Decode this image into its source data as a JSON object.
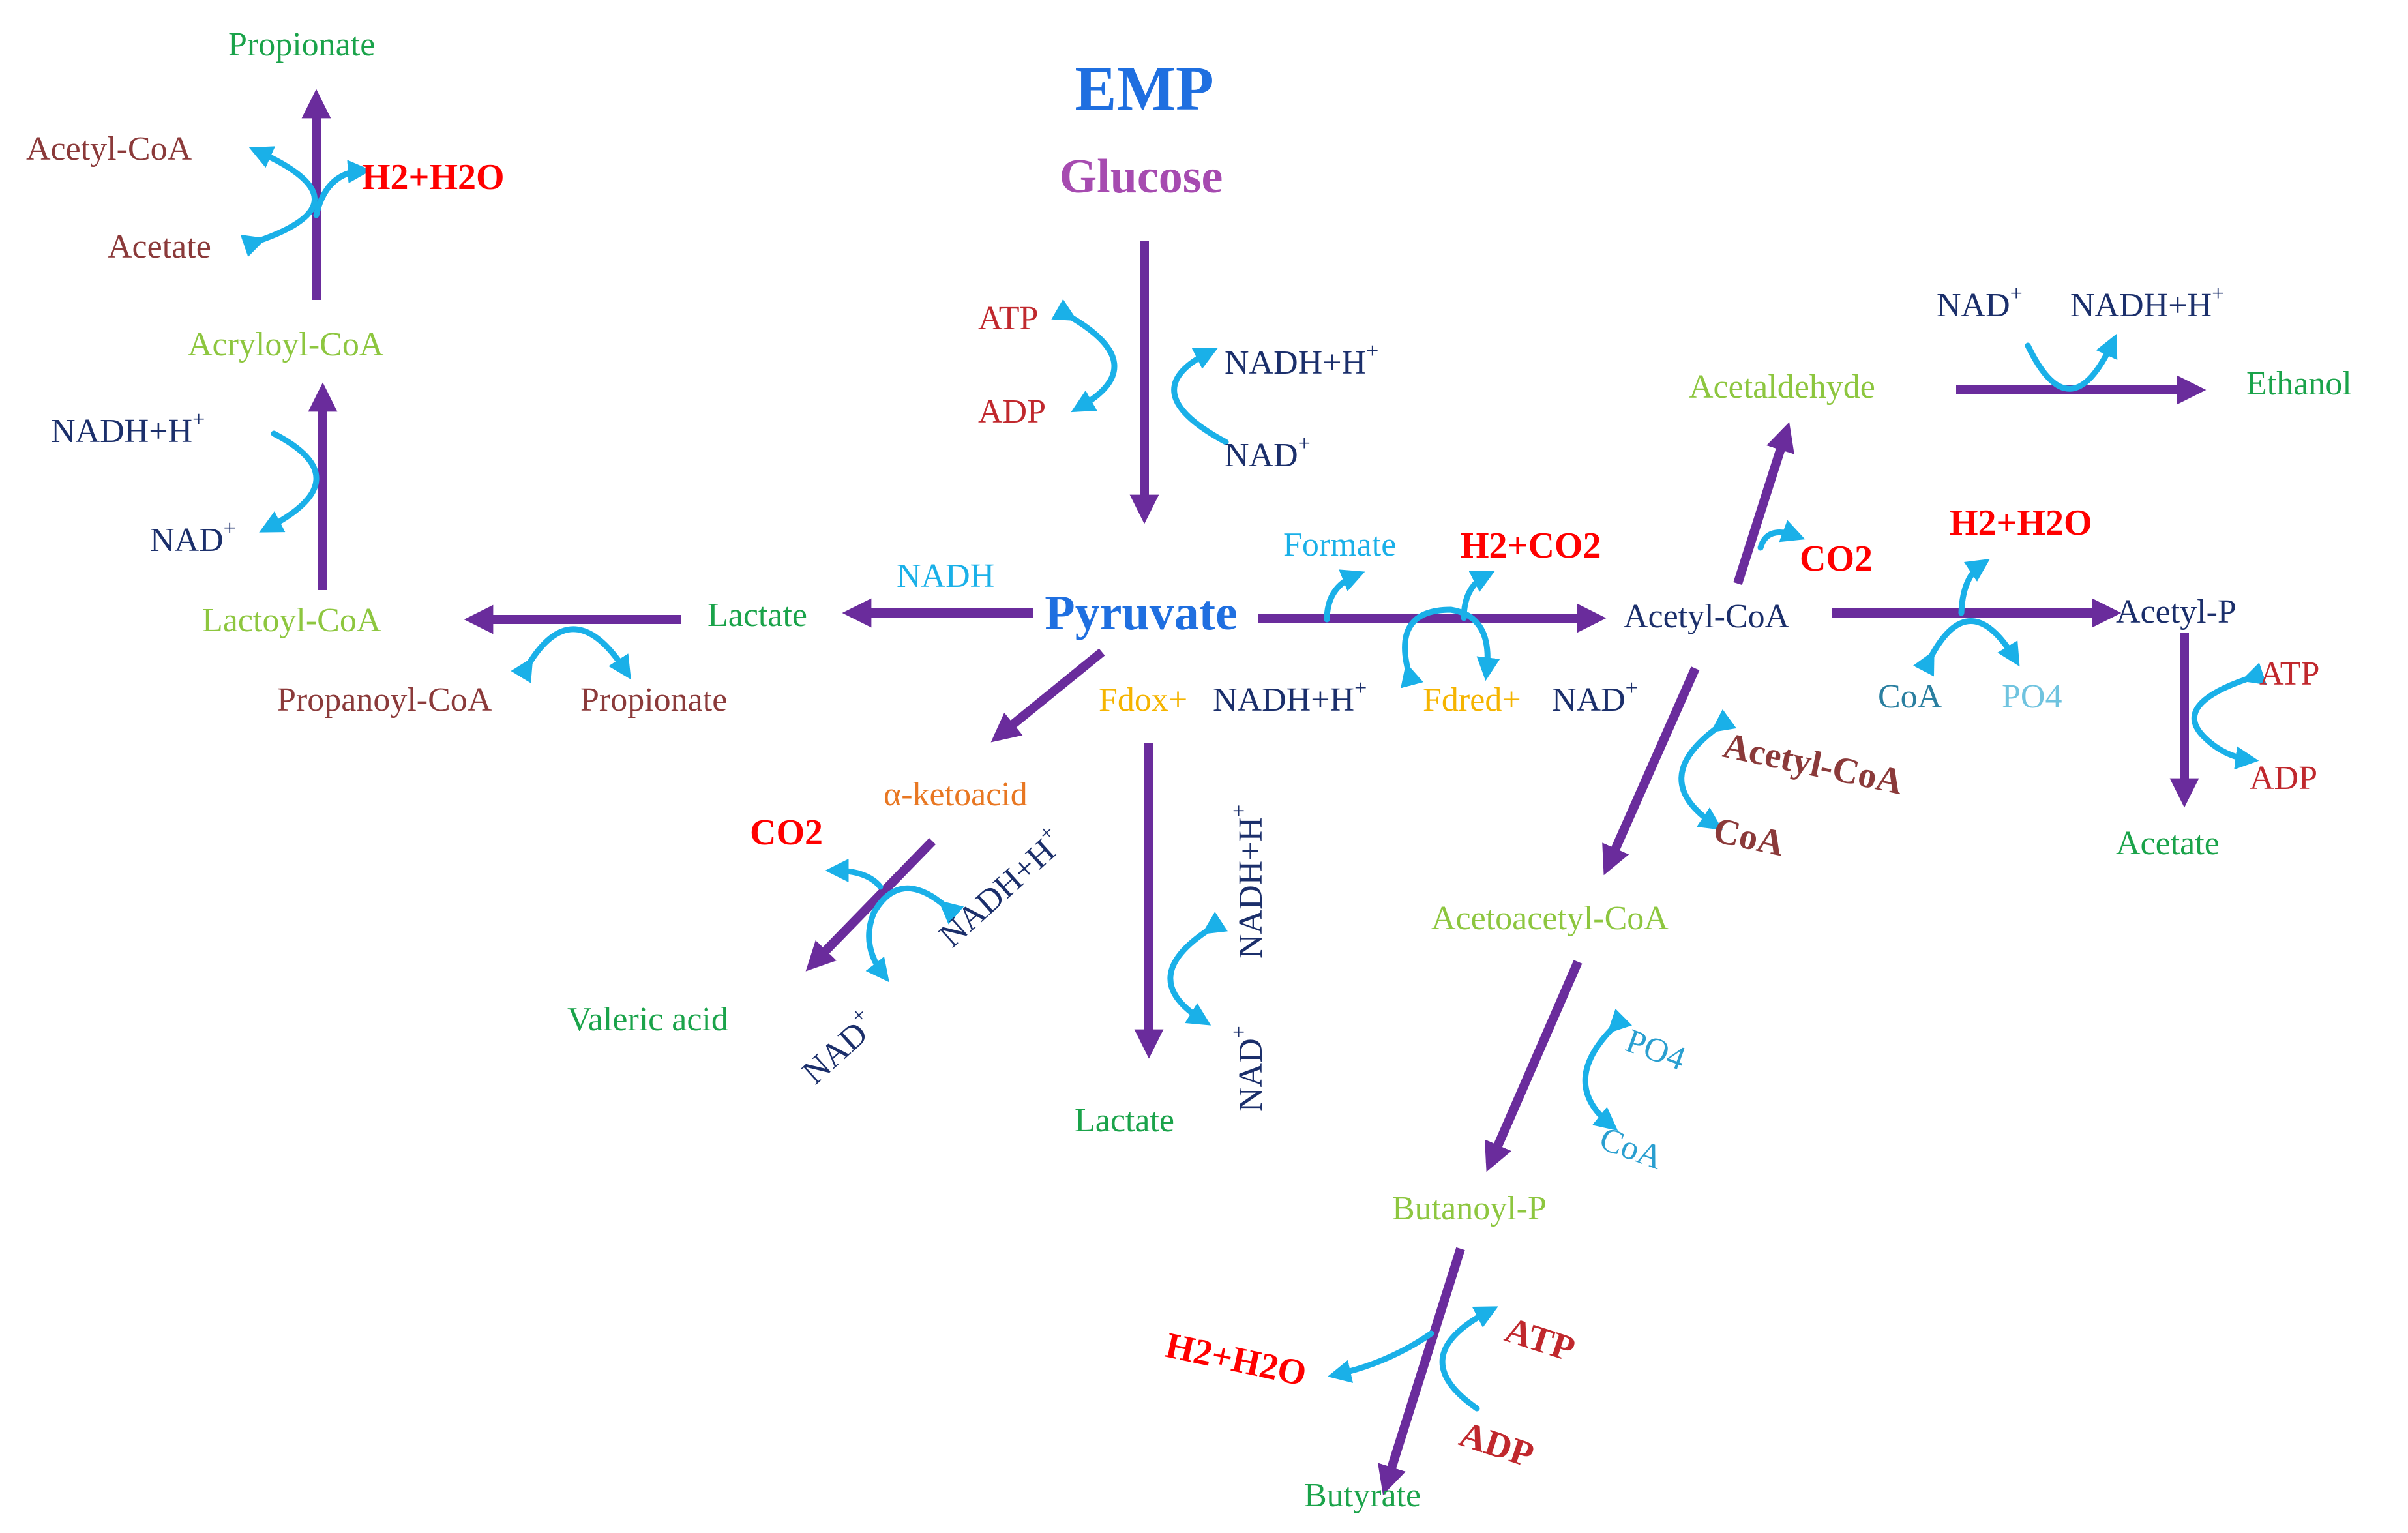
{
  "colors": {
    "pathway_arrow": "#6a2c9c",
    "cofactor_arrow": "#1ab0e8",
    "title_blue": "#1f6fe0",
    "glucose_purple": "#a64bb0",
    "product_green": "#1aa34a",
    "intermediate_lightgreen": "#8dc63f",
    "cofactor_navy": "#1b2f6b",
    "energy_red": "#c0282d",
    "gas_red": "#ff0000",
    "coa_brown": "#8b3a3a",
    "fdox_yellow": "#f5b400",
    "ketoacid_orange": "#e87722",
    "phosphate_teal": "#2a9fd0"
  },
  "title": "EMP",
  "glucose": "Glucose",
  "pyruvate": "Pyruvate",
  "emp_step": {
    "atp": "ATP",
    "adp": "ADP",
    "nadh": "NADH+H",
    "nad": "NAD",
    "sup": "+"
  },
  "lactate_branch": {
    "nadh": "NADH",
    "lactate": "Lactate"
  },
  "propionate_branch": {
    "lactoyl_coa": "Lactoyl-CoA",
    "propanoyl_coa": "Propanoyl-CoA",
    "propionate_in": "Propionate",
    "nadh": "NADH+H",
    "nad": "NAD",
    "sup": "+",
    "acryloyl_coa": "Acryloyl-CoA",
    "acetyl_coa": "Acetyl-CoA",
    "acetate": "Acetate",
    "h2_h2o": "H2+H2O",
    "propionate_out": "Propionate"
  },
  "acetyl_step": {
    "formate": "Formate",
    "h2_co2": "H2+CO2",
    "fdox": "Fdox+",
    "nadh": "NADH+H",
    "fdred": "Fdred+",
    "nad": "NAD",
    "sup": "+",
    "acetyl_coa": "Acetyl-CoA"
  },
  "ethanol_branch": {
    "co2": "CO2",
    "acetaldehyde": "Acetaldehyde",
    "nad": "NAD",
    "nadh": "NADH+H",
    "sup": "+",
    "ethanol": "Ethanol"
  },
  "acetate_branch": {
    "h2_h2o": "H2+H2O",
    "coa": "CoA",
    "po4": "PO4",
    "acetyl_p": "Acetyl-P",
    "atp": "ATP",
    "adp": "ADP",
    "acetate": "Acetate"
  },
  "butyrate_branch": {
    "acetyl_coa": "Acetyl-CoA",
    "coa": "CoA",
    "acetoacetyl_coa": "Acetoacetyl-CoA",
    "po4": "PO4",
    "coa2": "CoA",
    "butanoyl_p": "Butanoyl-P",
    "h2_h2o": "H2+H2O",
    "atp": "ATP",
    "adp": "ADP",
    "butyrate": "Butyrate"
  },
  "valeric_branch": {
    "ketoacid": "α-ketoacid",
    "co2": "CO2",
    "nadh": "NADH+H",
    "nad": "NAD",
    "sup": "+",
    "valeric": "Valeric acid"
  },
  "lower_lactate": {
    "nadh": "NADH+H",
    "nad": "NAD",
    "sup": "+",
    "lactate": "Lactate"
  }
}
